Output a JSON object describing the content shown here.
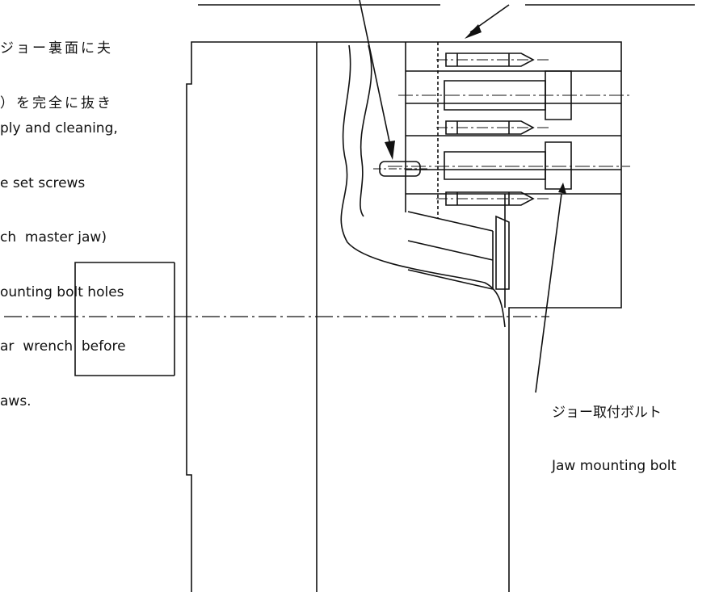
{
  "notes": {
    "ja_lines": [
      "ジョー裏面に夫",
      "）を完全に抜き"
    ],
    "en_lines": [
      "ply and cleaning,",
      "e set screws",
      "ch  master jaw)",
      "ounting bolt holes",
      "ar  wrench  before",
      "aws."
    ]
  },
  "callouts": {
    "jaw_bolt_ja": "ジョー取付ボルト",
    "jaw_bolt_en": "Jaw mounting bolt"
  },
  "colors": {
    "line": "#111111",
    "background": "#ffffff"
  }
}
